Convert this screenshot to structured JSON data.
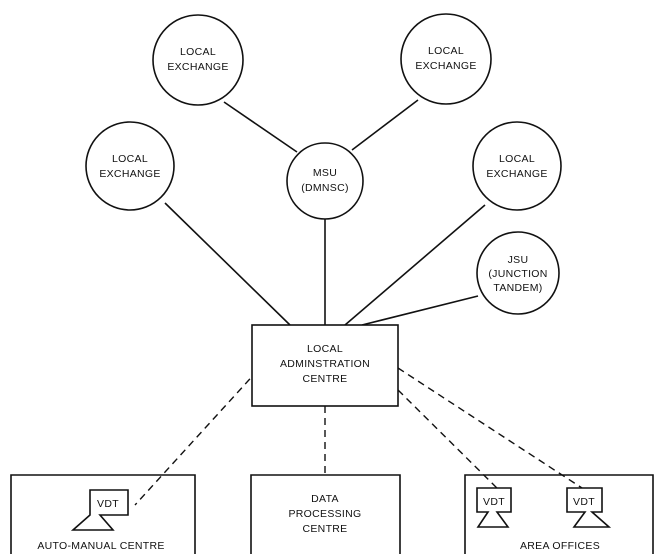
{
  "nodes": {
    "local_exchange_top_left": [
      "LOCAL",
      "EXCHANGE"
    ],
    "local_exchange_top_right": [
      "LOCAL",
      "EXCHANGE"
    ],
    "local_exchange_mid_left": [
      "LOCAL",
      "EXCHANGE"
    ],
    "msu": [
      "MSU",
      "(DMNSC)"
    ],
    "local_exchange_mid_right": [
      "LOCAL",
      "EXCHANGE"
    ],
    "jsu": [
      "JSU",
      "(JUNCTION",
      "TANDEM)"
    ],
    "admin_centre": [
      "LOCAL",
      "ADMINSTRATION",
      "CENTRE"
    ],
    "auto_manual": "AUTO-MANUAL CENTRE",
    "data_processing": [
      "DATA",
      "PROCESSING",
      "CENTRE"
    ],
    "area_offices": "AREA OFFICES",
    "vdt": "VDT"
  }
}
